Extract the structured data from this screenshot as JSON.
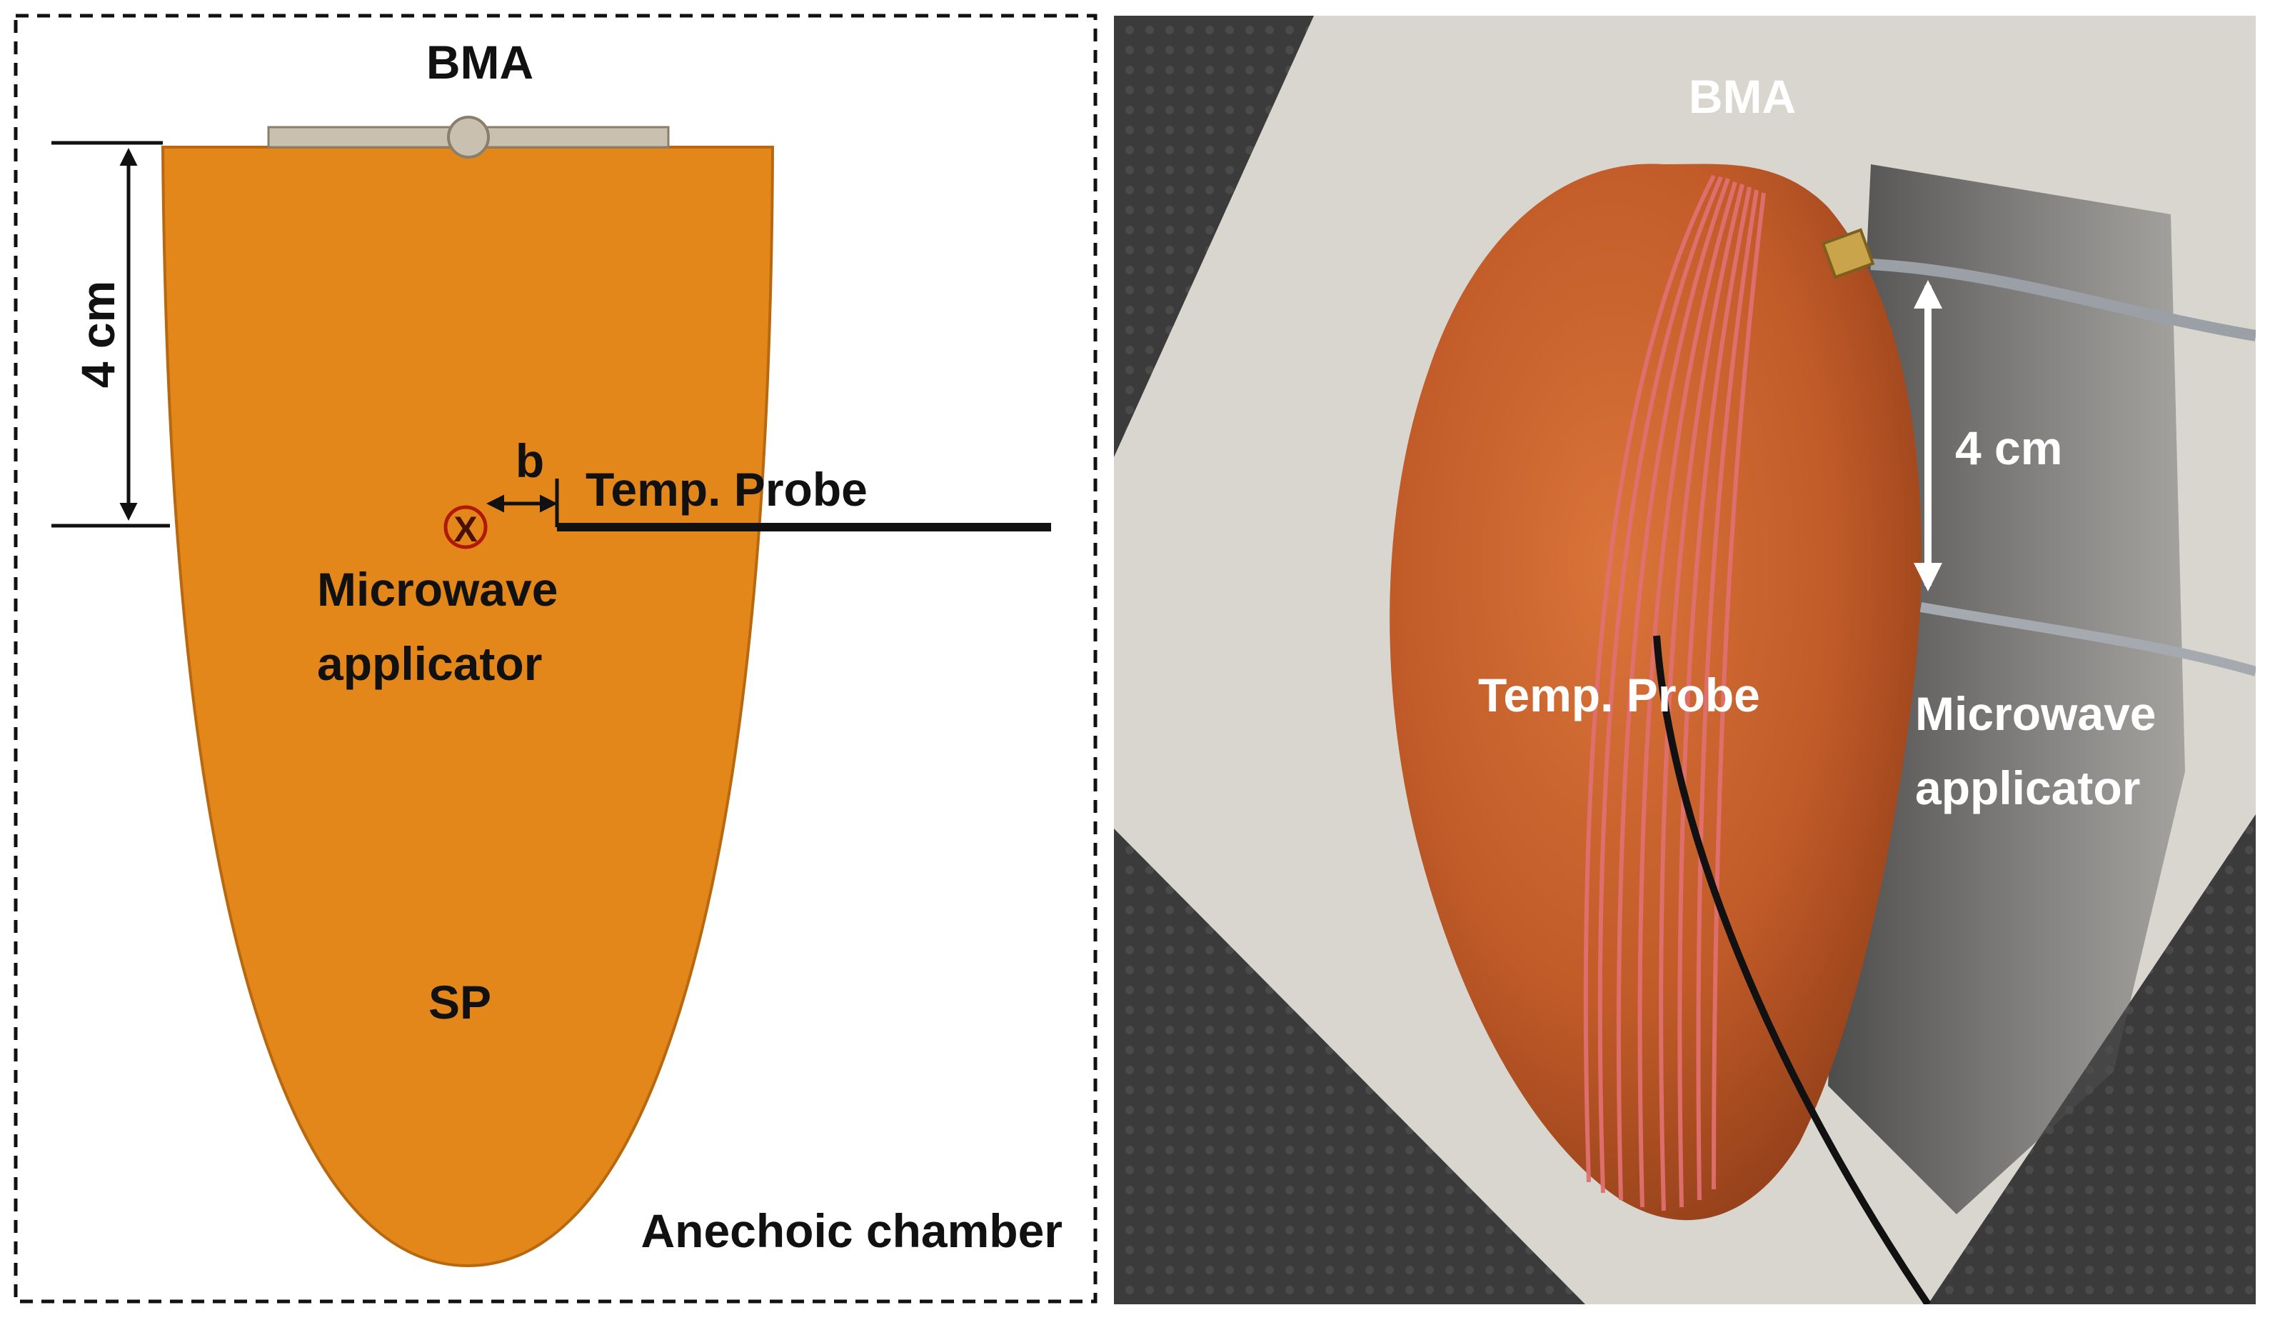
{
  "left_panel": {
    "bma_label": "BMA",
    "distance_label": "4 cm",
    "gap_label": "b",
    "probe_label": "Temp. Probe",
    "applicator_marker": "X",
    "applicator_label_line1": "Microwave",
    "applicator_label_line2": "applicator",
    "sp_label": "SP",
    "chamber_label": "Anechoic chamber"
  },
  "right_panel": {
    "bma_label": "BMA",
    "distance_label": "4 cm",
    "probe_label": "Temp. Probe",
    "applicator_label_line1": "Microwave",
    "applicator_label_line2": "applicator"
  },
  "colors": {
    "potato_fill": "#E3871A",
    "potato_stroke": "#B8690F",
    "antenna_fill": "#C9C0B0",
    "frame_stroke": "#111111",
    "photo_bg": "#3a3a3a",
    "photo_sheet": "#d9d6d0",
    "photo_potato": "#c05a28",
    "wire_pink": "#e07070",
    "label_white": "#ffffff"
  }
}
